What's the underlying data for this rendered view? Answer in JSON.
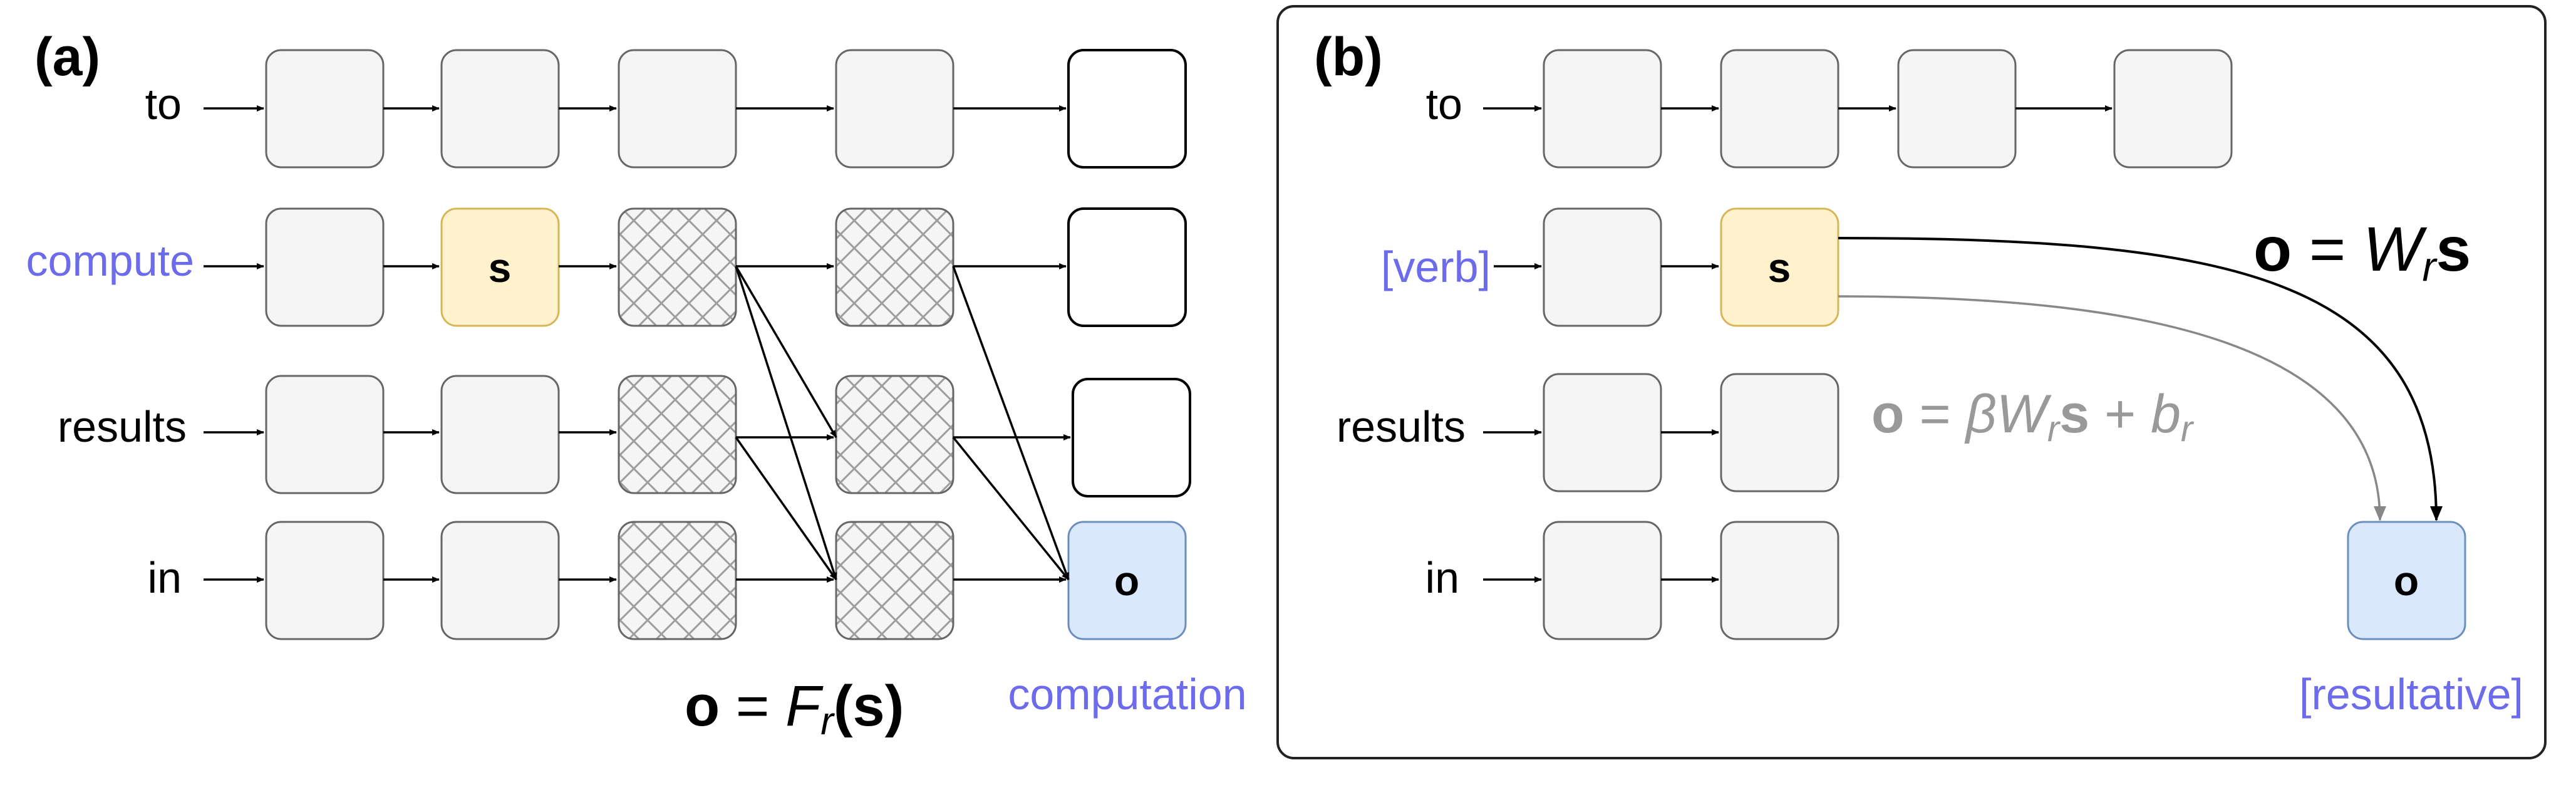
{
  "colors": {
    "box_fill": "#f5f5f5",
    "box_stroke": "#666666",
    "subject_fill": "#fff2cc",
    "subject_stroke": "#d6b656",
    "object_fill": "#dae8fc",
    "object_stroke": "#6c8ebf",
    "label_accent": "#6b6bec",
    "arrow": "#000000",
    "arrow_faint": "#888888",
    "hatch": "#9e9e9e"
  },
  "panel_a": {
    "tag": "(a)",
    "row_labels": [
      "to",
      "compute",
      "results",
      "in"
    ],
    "subject_symbol": "s",
    "object_symbol": "o",
    "object_label": "computation",
    "formula": {
      "lhs": "o",
      "eq": " = ",
      "fn": "F",
      "sub": "r",
      "arg": "(s)"
    }
  },
  "panel_b": {
    "tag": "(b)",
    "row_labels": [
      "to",
      "[verb]",
      "results",
      "in"
    ],
    "subject_symbol": "s",
    "object_symbol": "o",
    "object_label": "[resultative]",
    "formula_main": {
      "lhs": "o",
      "eq": " = ",
      "w": "W",
      "sub": "r",
      "s": "s"
    },
    "formula_alt": {
      "lhs": "o",
      "eq": " = ",
      "beta": "βW",
      "sub": "r",
      "s": "s",
      "plus": " + ",
      "b": "b",
      "bsub": "r"
    }
  }
}
